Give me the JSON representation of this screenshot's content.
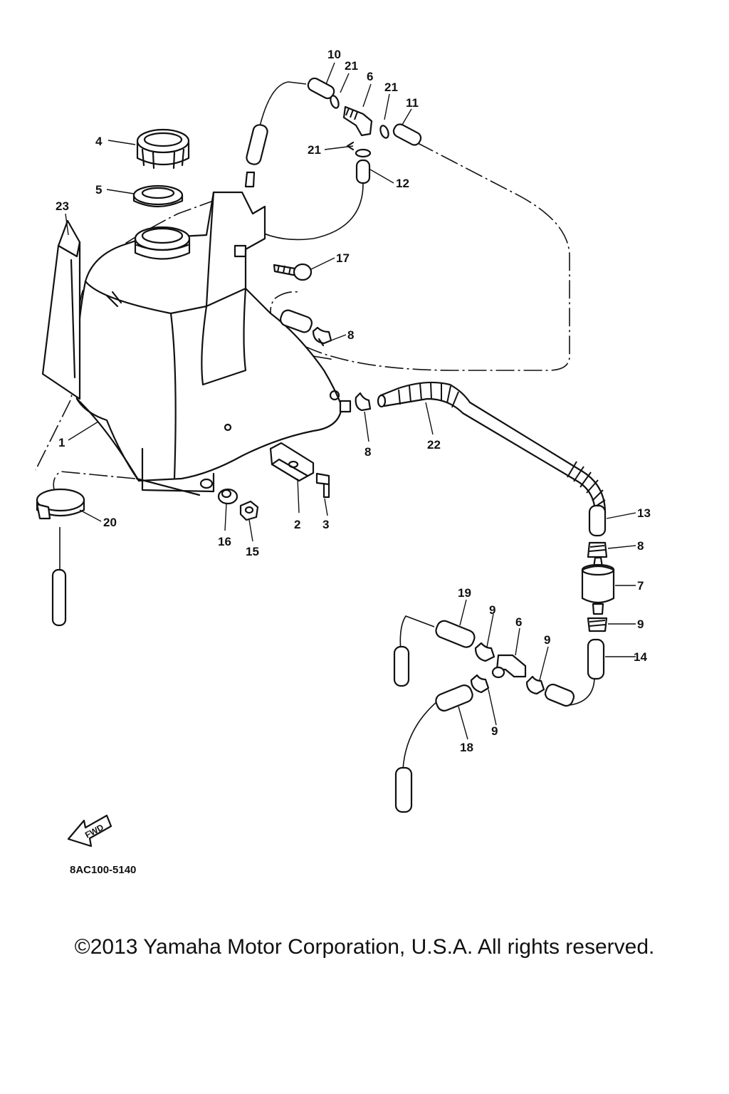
{
  "diagram": {
    "part_numbers": [
      "1",
      "2",
      "3",
      "4",
      "5",
      "6",
      "7",
      "8",
      "9",
      "10",
      "11",
      "12",
      "13",
      "14",
      "15",
      "16",
      "17",
      "18",
      "19",
      "20",
      "21",
      "22",
      "23"
    ],
    "fwd_label": "FWD",
    "figure_code": "8AC100-5140"
  },
  "copyright": "©2013 Yamaha Motor Corporation, U.S.A. All rights reserved."
}
